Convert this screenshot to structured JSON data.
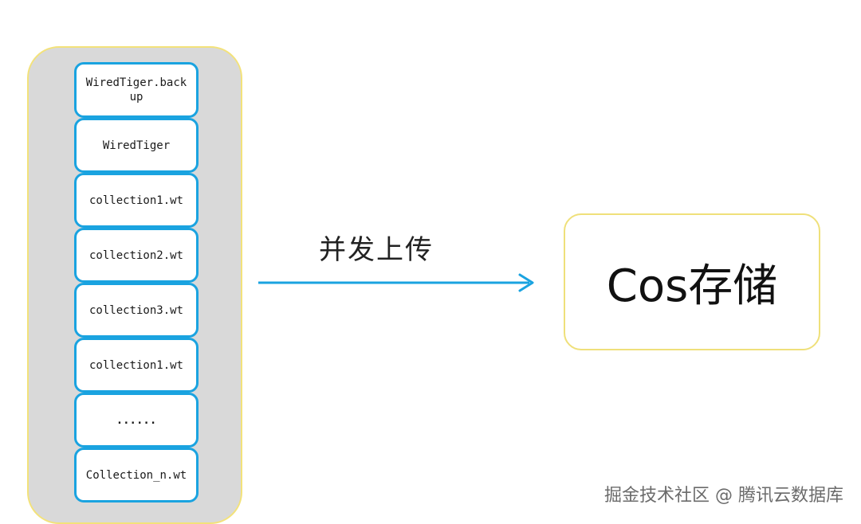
{
  "files": [
    {
      "label": "WiredTiger.back\nup"
    },
    {
      "label": "WiredTiger"
    },
    {
      "label": "collection1.wt"
    },
    {
      "label": "collection2.wt"
    },
    {
      "label": "collection3.wt"
    },
    {
      "label": "collection1.wt"
    },
    {
      "label": "......"
    },
    {
      "label": "Collection_n.wt"
    }
  ],
  "arrow_label": "并发上传",
  "target": {
    "label": "Cos存储"
  },
  "watermark": "掘金技术社区 @ 腾讯云数据库",
  "colors": {
    "file_border": "#1aa3e0",
    "arrow": "#1aa3e0",
    "panel_fill": "#d9d9d9",
    "panel_border": "#f3e27a",
    "target_border": "#efe07a"
  }
}
